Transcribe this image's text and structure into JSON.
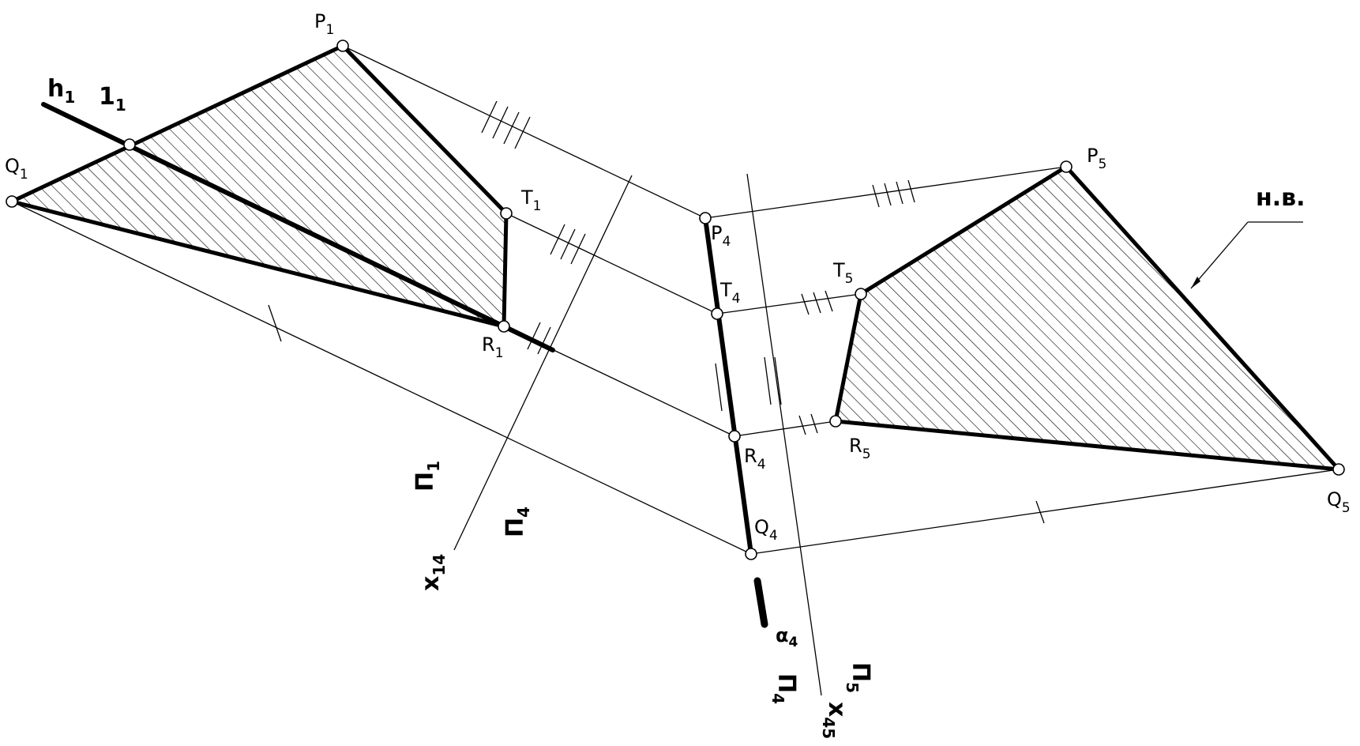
{
  "diagram": {
    "points": {
      "P1": "P1",
      "Q1": "Q1",
      "R1": "R1",
      "T1": "T1",
      "P4": "P4",
      "T4": "T4",
      "R4": "R4",
      "Q4": "Q4",
      "P5": "P5",
      "T5": "T5",
      "R5": "R5",
      "Q5": "Q5"
    },
    "labels": {
      "h1": "h",
      "h1_sub": "1",
      "one1": "1",
      "one1_sub": "1",
      "alpha4": "α",
      "alpha4_sub": "4",
      "pi1": "Π",
      "pi1_sub": "1",
      "pi4a": "Π",
      "pi4a_sub": "4",
      "x14": "x",
      "x14_sub": "14",
      "pi4b": "Π",
      "pi4b_sub": "4",
      "pi5": "Π",
      "pi5_sub": "5",
      "x45": "x",
      "x45_sub": "45",
      "true_size": "н.в."
    },
    "colors": {
      "ink": "#000000",
      "paper": "#ffffff"
    }
  }
}
